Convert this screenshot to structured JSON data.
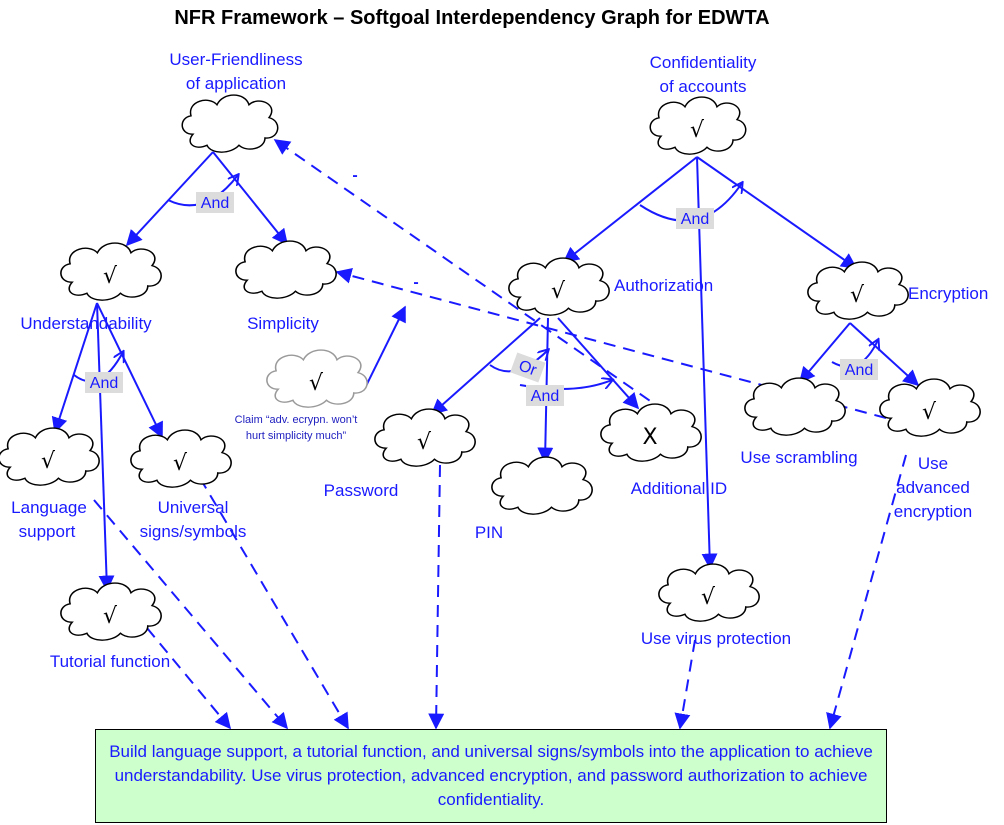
{
  "title": "NFR Framework – Softgoal Interdependency Graph for EDWTA",
  "nodes": {
    "user_friendliness": {
      "label_lines": [
        "User-Friendliness",
        "of application"
      ],
      "mark": ""
    },
    "confidentiality": {
      "label_lines": [
        "Confidentiality",
        "of accounts"
      ],
      "mark": "√"
    },
    "understandability": {
      "label": "Understandability",
      "mark": "√"
    },
    "simplicity": {
      "label": "Simplicity",
      "mark": ""
    },
    "authorization": {
      "label": "Authorization",
      "mark": "√"
    },
    "encryption": {
      "label": "Encryption",
      "mark": "√"
    },
    "claim": {
      "label_lines": [
        "Claim “adv. ecrypn. won’t",
        "hurt simplicity much”"
      ],
      "mark": "√"
    },
    "language_support": {
      "label_lines": [
        "Language",
        "support"
      ],
      "mark": "√"
    },
    "universal_signs": {
      "label_lines": [
        "Universal",
        "signs/symbols"
      ],
      "mark": "√"
    },
    "password": {
      "label": "Password",
      "mark": "√"
    },
    "pin": {
      "label": "PIN",
      "mark": ""
    },
    "additional_id": {
      "label": "Additional ID",
      "mark": "X"
    },
    "use_scrambling": {
      "label": "Use scrambling",
      "mark": ""
    },
    "use_advanced_encryption": {
      "label_lines": [
        "Use",
        "advanced",
        "encryption"
      ],
      "mark": "√"
    },
    "tutorial_function": {
      "label": "Tutorial function",
      "mark": "√"
    },
    "use_virus_protection": {
      "label": "Use virus protection",
      "mark": "√"
    }
  },
  "decompositions": {
    "and": "And",
    "or": "Or"
  },
  "contributions": {
    "negative": "-"
  },
  "summary": "Build language support, a tutorial function, and universal signs/symbols into the application to achieve understandability. Use virus protection, advanced encryption, and password authorization to achieve confidentiality."
}
